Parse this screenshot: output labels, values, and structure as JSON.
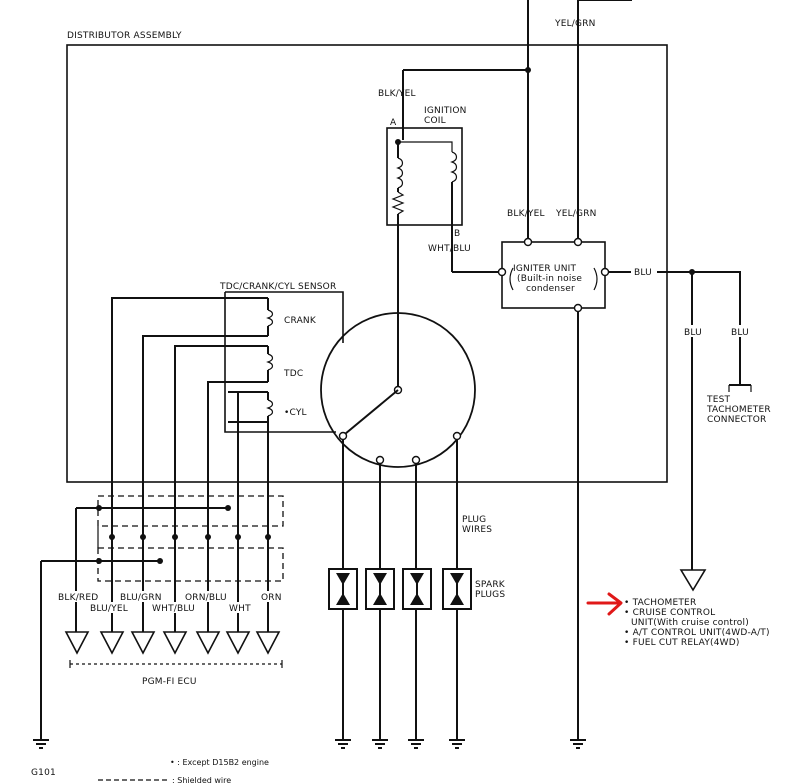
{
  "diagram": {
    "distributor_assembly": "DISTRIBUTOR ASSEMBLY",
    "yel_grn_top": "YEL/GRN",
    "blk_yel_top": "BLK/YEL",
    "ignition_coil_1": "IGNITION",
    "ignition_coil_2": "COIL",
    "terminal_a": "A",
    "terminal_b": "B",
    "wht_blu": "WHT/BLU",
    "blk_yel_igniter": "BLK/YEL",
    "yel_grn_igniter": "YEL/GRN",
    "igniter_1": "IGNITER UNIT",
    "igniter_2": "(Built-in noise",
    "igniter_3": "condenser",
    "blu_main": "BLU",
    "blu_left": "BLU",
    "blu_right": "BLU",
    "test_connector_1": "TEST",
    "test_connector_2": "TACHOMETER",
    "test_connector_3": "CONNECTOR",
    "sensor_title": "TDC/CRANK/CYL SENSOR",
    "crank": "CRANK",
    "tdc": "TDC",
    "cyl": "•CYL",
    "plug_wires_1": "PLUG",
    "plug_wires_2": "WIRES",
    "spark_plugs_1": "SPARK",
    "spark_plugs_2": "PLUGS",
    "ecu_row1": [
      "BLK/RED",
      "BLU/GRN",
      "ORN/BLU",
      "ORN"
    ],
    "ecu_row2": [
      "BLU/YEL",
      "WHT/BLU",
      "WHT"
    ],
    "ecu": "PGM-FI ECU",
    "ground": "G101",
    "dest_list": [
      "• TACHOMETER",
      "• CRUISE CONTROL",
      "UNIT(With cruise control)",
      "•  A/T CONTROL UNIT(4WD-A/T)",
      "•  FUEL CUT RELAY(4WD)"
    ],
    "legend_except": "• : Except D15B2 engine",
    "legend_shielded": ": Shielded wire",
    "arrow_color": "#e01818"
  }
}
